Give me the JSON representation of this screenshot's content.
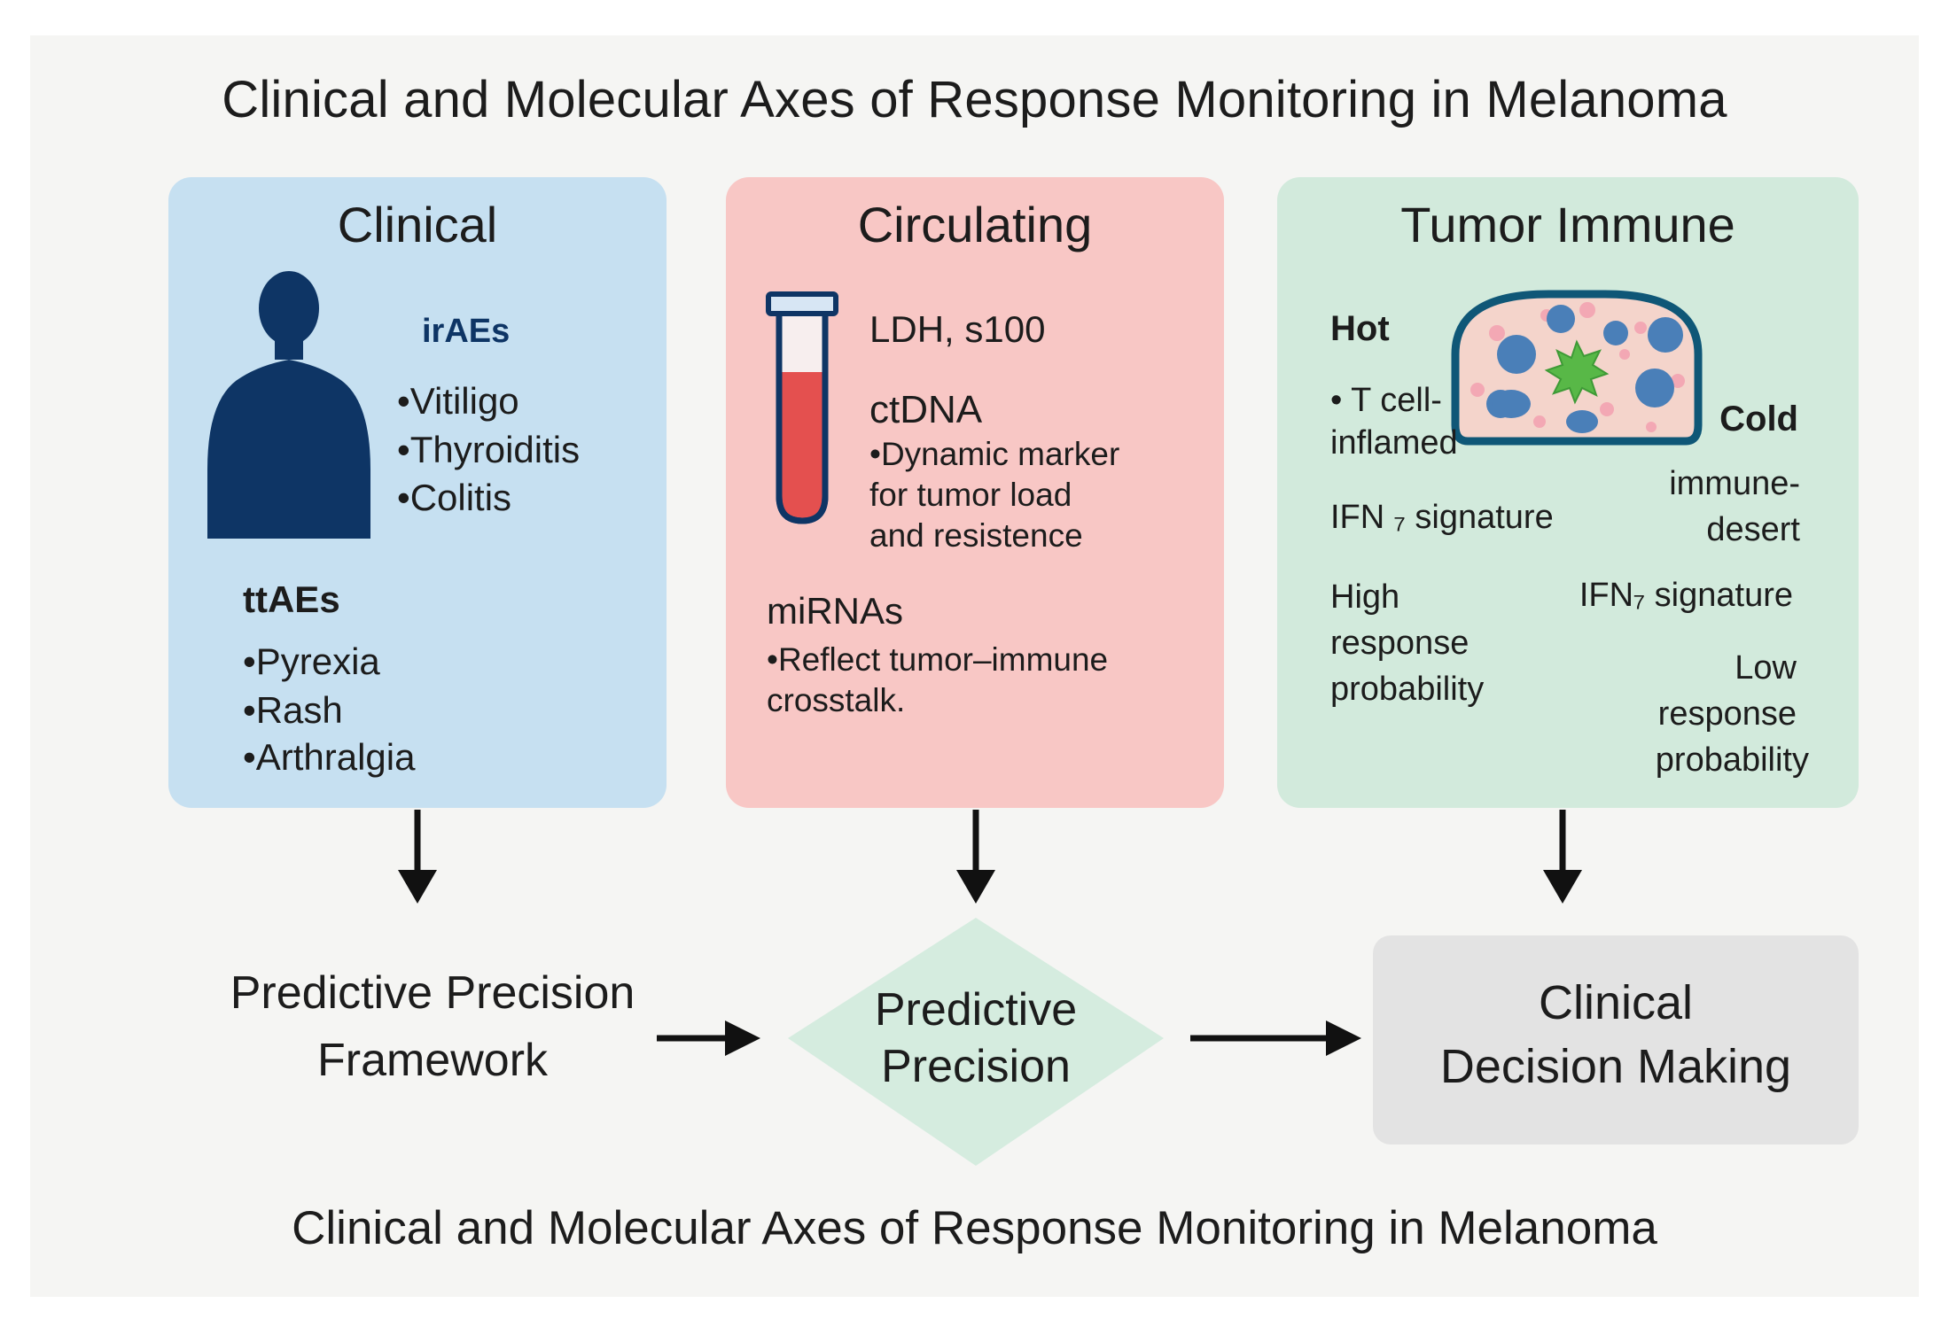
{
  "title": "Clinical and Molecular Axes of Response Monitoring in Melanoma",
  "caption": "Clinical and Molecular Axes of Response Monitoring in Melanoma",
  "clinical": {
    "title": "Clinical",
    "iraes": {
      "heading": "irAEs",
      "items": [
        "•Vitiligo",
        "•Thyroiditis",
        "•Colitis"
      ]
    },
    "ttaes": {
      "heading": "ttAEs",
      "items": [
        "•Pyrexia",
        "•Rash",
        "•Arthralgia"
      ]
    }
  },
  "circulating": {
    "title": "Circulating",
    "ldh": "LDH, s100",
    "ctdna": {
      "heading": "ctDNA",
      "lines": [
        "•Dynamic marker",
        "for tumor load",
        "and resistence"
      ]
    },
    "mirnas": {
      "heading": "miRNAs",
      "lines": [
        "•Reflect tumor–immune",
        "crosstalk."
      ]
    }
  },
  "tumor": {
    "title": "Tumor Immune",
    "hot": {
      "heading": "Hot",
      "lines": [
        "• T cell-",
        "inflamed"
      ],
      "signature": "IFN ₇ signature",
      "response": [
        "High",
        "response",
        "probability"
      ]
    },
    "cold": {
      "heading": "Cold",
      "lines": [
        "immune-",
        "desert"
      ],
      "signature": "IFN₇ signature",
      "response": [
        "Low",
        "response",
        "probability"
      ]
    }
  },
  "flow": {
    "framework": [
      "Predictive Precision",
      "Framework"
    ],
    "diamond": [
      "Predictive",
      "Precision"
    ],
    "decision": [
      "Clinical",
      "Decision Making"
    ]
  },
  "colors": {
    "clinical_panel": "#c6e0f1",
    "circulating_panel": "#f8c7c5",
    "tumor_panel": "#d2eadc",
    "diamond": "#d5ecdf",
    "decision_box": "#e3e3e3",
    "navy": "#0e3565",
    "blood": "#e4504f"
  }
}
